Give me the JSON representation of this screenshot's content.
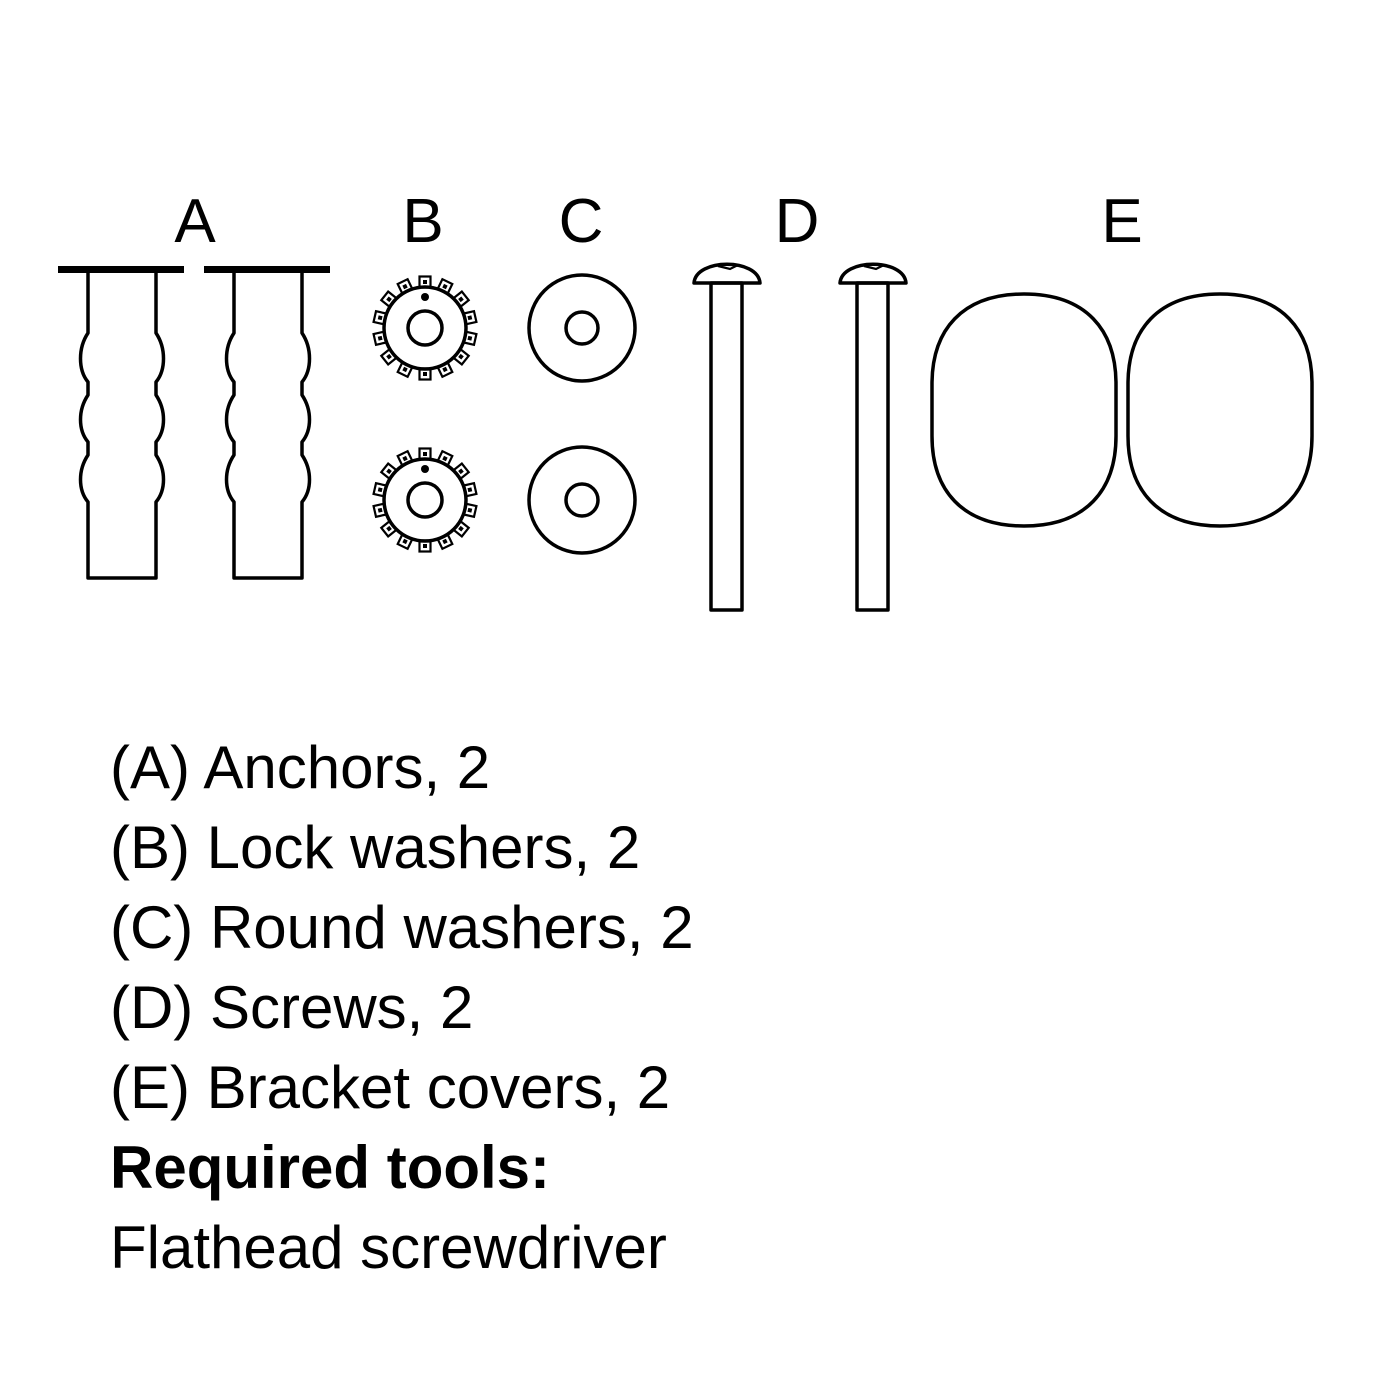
{
  "diagram": {
    "labels": {
      "a": "A",
      "b": "B",
      "c": "C",
      "d": "D",
      "e": "E"
    },
    "line_color": "#000000",
    "background_color": "#ffffff"
  },
  "parts": [
    "(A) Anchors, 2",
    "(B) Lock washers, 2",
    "(C) Round washers, 2",
    "(D) Screws, 2",
    "(E) Bracket covers, 2"
  ],
  "tools": {
    "heading": "Required tools:",
    "value": "Flathead screwdriver"
  }
}
